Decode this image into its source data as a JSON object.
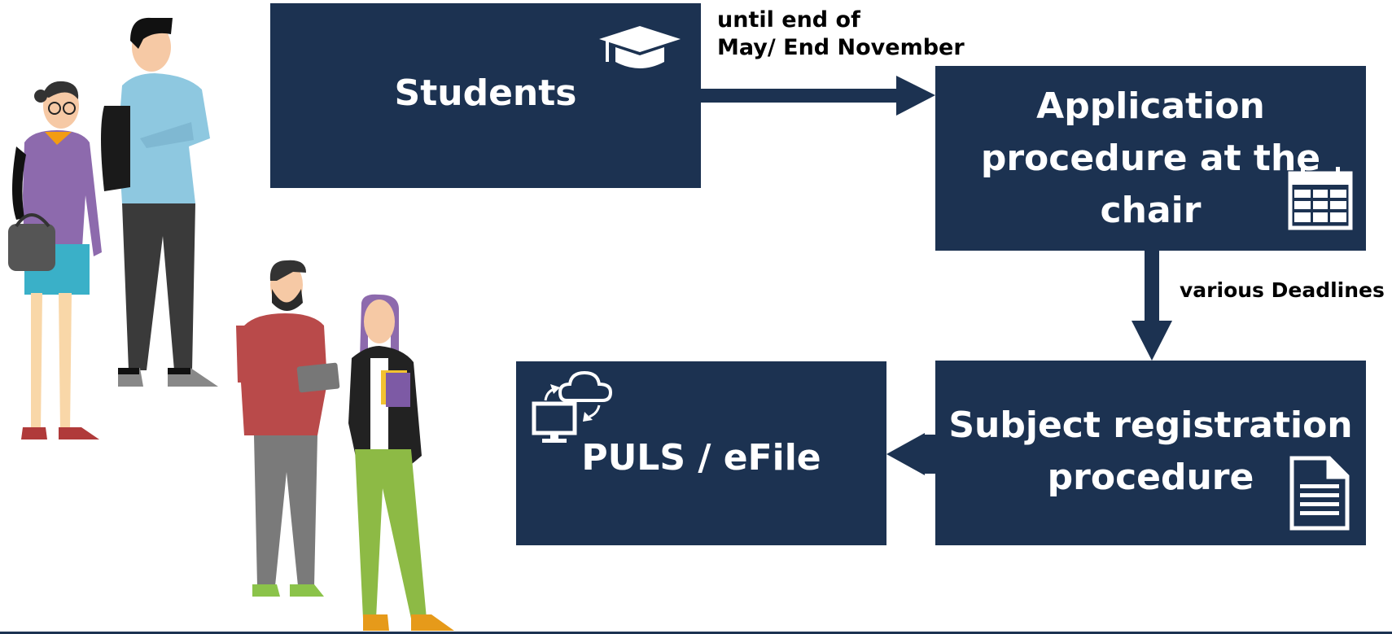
{
  "colors": {
    "box": "#1c3251",
    "text": "#000000"
  },
  "boxes": {
    "students": {
      "label": "Students",
      "icon": "graduation-cap-icon"
    },
    "application": {
      "label": "Application\nprocedure at the\nchair",
      "icon": "calendar-icon"
    },
    "subject": {
      "label": "Subject registration\nprocedure",
      "icon": "document-icon"
    },
    "puls": {
      "label": "PULS / eFile",
      "icon": "computer-cloud-sync-icon"
    }
  },
  "arrows": {
    "students_to_application": {
      "label": "until end of\nMay/ End November"
    },
    "application_to_subject": {
      "label": "various Deadlines"
    },
    "subject_to_puls": {
      "label": ""
    }
  }
}
